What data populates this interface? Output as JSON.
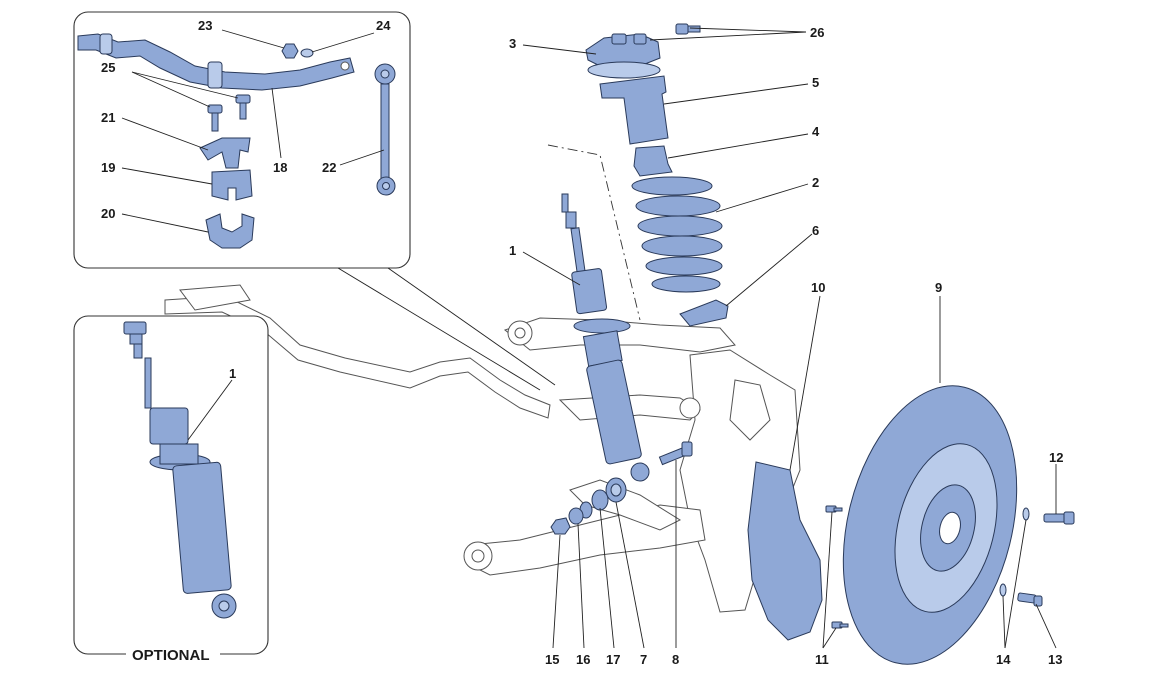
{
  "labels": {
    "n1a": "1",
    "n1b": "1",
    "n2": "2",
    "n3": "3",
    "n4": "4",
    "n5": "5",
    "n6": "6",
    "n7": "7",
    "n8": "8",
    "n9": "9",
    "n10": "10",
    "n11": "11",
    "n12": "12",
    "n13": "13",
    "n14": "14",
    "n15": "15",
    "n16": "16",
    "n17": "17",
    "n18": "18",
    "n19": "19",
    "n20": "20",
    "n21": "21",
    "n22": "22",
    "n23": "23",
    "n24": "24",
    "n25": "25",
    "n26": "26"
  },
  "optional_label": "OPTIONAL",
  "colors": {
    "part_fill": "#8fa8d6",
    "part_stroke": "#2a3a5a",
    "line": "#222222"
  }
}
